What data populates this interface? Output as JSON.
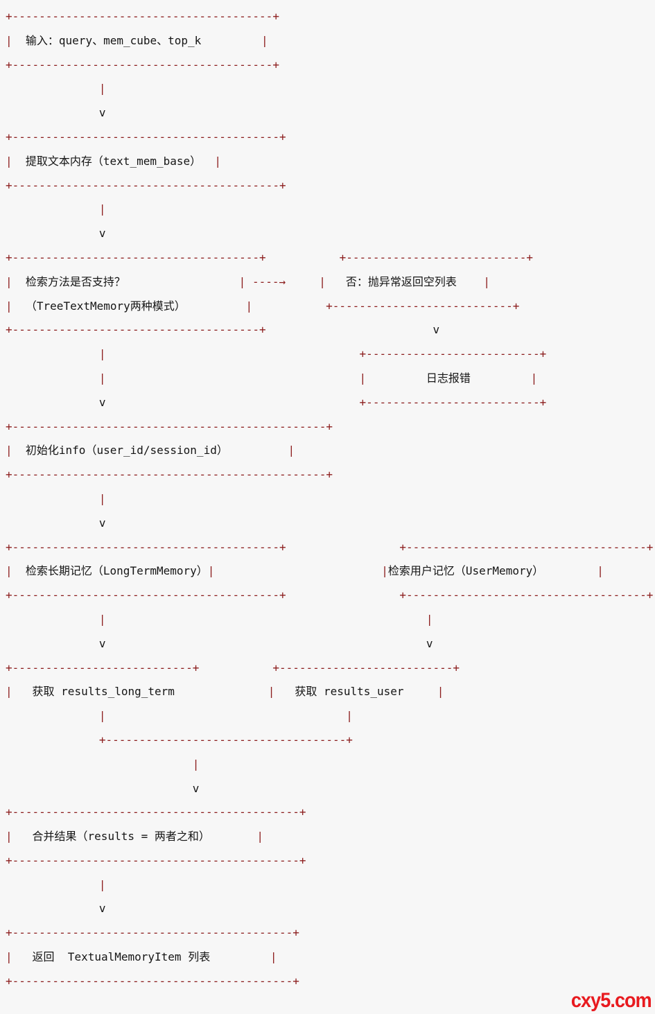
{
  "page": {
    "background": "#f7f7f7"
  },
  "flowchart": {
    "line_color": "#8b1c1c",
    "text_color": "#151515",
    "nodes": [
      "输入：query、mem_cube、top_k",
      "提取文本内存（text_mem_base）",
      "检索方法是否支持？（TreeTextMemory两种模式）",
      "否：抛异常返回空列表",
      "日志报错",
      "初始化info（user_id/session_id）",
      "检索长期记忆（LongTermMemory）",
      "检索用户记忆（UserMemory）",
      "获取 results_long_term",
      "获取 results_user",
      "合并结果（results = 两者之和）",
      "返回 TextualMemoryItem 列表"
    ],
    "lines": [
      "+---------------------------------------+",
      "|  输入：query、mem_cube、top_k         |",
      "+---------------------------------------+",
      "              |",
      "              v",
      "+----------------------------------------+",
      "|  提取文本内存（text_mem_base）  |",
      "+----------------------------------------+",
      "              |",
      "              v",
      "+-------------------------------------+           +---------------------------+",
      "|  检索方法是否支持？                 | ----→     |   否：抛异常返回空列表    |",
      "|  （TreeTextMemory两种模式）         |           +---------------------------+",
      "+-------------------------------------+                         v",
      "              |                                      +--------------------------+",
      "              |                                      |         日志报错         |",
      "              v                                      +--------------------------+",
      "+-----------------------------------------------+",
      "|  初始化info（user_id/session_id）         |",
      "+-----------------------------------------------+",
      "              |",
      "              v",
      "+----------------------------------------+                 +------------------------------------+",
      "|  检索长期记忆（LongTermMemory）|                         |检索用户记忆（UserMemory）        |",
      "+----------------------------------------+                 +------------------------------------+",
      "              |                                                |",
      "              v                                                v",
      "+---------------------------+           +--------------------------+",
      "|   获取 results_long_term              |   获取 results_user     |",
      "              |                                    |",
      "              +------------------------------------+",
      "                            |",
      "                            v",
      "+-------------------------------------------+",
      "|   合并结果（results = 两者之和）       |",
      "+-------------------------------------------+",
      "              |",
      "              v",
      "+------------------------------------------+",
      "|   返回  TextualMemoryItem 列表         |",
      "+------------------------------------------+"
    ]
  },
  "watermark": {
    "text": "cxy5.com",
    "color": "#e81a1f"
  }
}
